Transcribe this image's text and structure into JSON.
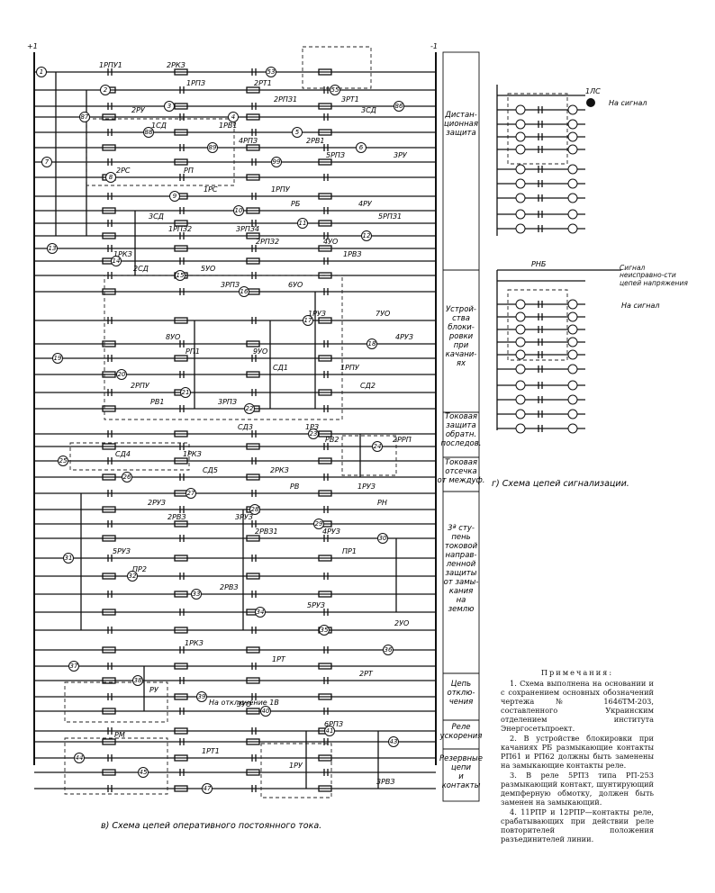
{
  "bus": {
    "plus": "+1",
    "minus": "-1"
  },
  "sections": [
    {
      "lines": [
        "Дистан-",
        "ционная",
        "защита"
      ]
    },
    {
      "lines": [
        "Устрой-",
        "ства",
        "блоки-",
        "ровки",
        "при",
        "качани-",
        "ях"
      ]
    },
    {
      "lines": [
        "Токовая",
        "защита",
        "обратн.",
        "последов."
      ]
    },
    {
      "lines": [
        "Токовая",
        "отсечка",
        "от междуф."
      ]
    },
    {
      "lines": [
        "3ª сту-",
        "пень",
        "токовой",
        "направ-",
        "ленной",
        "защиты",
        "от замы-",
        "кания",
        "на",
        "землю"
      ]
    },
    {
      "lines": [
        "Цепь",
        "отклю-",
        "чения"
      ]
    },
    {
      "lines": [
        "Реле",
        "ускорения"
      ]
    },
    {
      "lines": [
        "Резервные",
        "цепи",
        "и",
        "контакты"
      ]
    }
  ],
  "captions": {
    "dc": "в) Схема цепей оперативного постоянного тока.",
    "signal": "г) Схема цепей сигнализации."
  },
  "signal_labels": {
    "to_signal_1": "На сигнал",
    "to_signal_2": "На сигнал",
    "fault_signal": "Сигнал неисправно-сти цепей напряжения",
    "trip": "На отключение 1В",
    "rnb": "РНБ",
    "lamp": "1ЛС"
  },
  "relay_labels": [
    "1РПУ1",
    "1РПЗ",
    "2РПЗ1",
    "3СД",
    "1СД",
    "4РПЗ",
    "5РПЗ",
    "2РС",
    "1РС",
    "РБ",
    "5РПЗ1",
    "1РПЗ2",
    "2РПЗ2",
    "1РВЗ",
    "2СД",
    "3РПЗ",
    "1РУЗ",
    "4РУЗ",
    "РП1",
    "СД1",
    "СД2",
    "РВ1",
    "СД3",
    "РВ2",
    "СД4",
    "СД5",
    "РВ",
    "РН",
    "2РВЗ",
    "2РВЗ1",
    "ПР1",
    "ПР2",
    "2РВЗ",
    "5РУЗ",
    "2УО",
    "1РКЗ",
    "1РТ",
    "2РТ",
    "РУ",
    "3УО",
    "6РПЗ",
    "РМ",
    "1РТ1",
    "1РУ",
    "3РВЗ",
    "2РКЗ",
    "2РТ1",
    "3РТ1",
    "2РУ",
    "1РВ1",
    "2РВ1",
    "3РУ",
    "РП",
    "1РПУ",
    "4РУ",
    "3СД",
    "3РПЗ4",
    "4УО",
    "1РКЗ",
    "5УО",
    "6УО",
    "7УО",
    "8УО",
    "9УО",
    "1РПУ",
    "2РПУ",
    "3РПЗ",
    "1РЗ",
    "2РРП",
    "1РКЗ",
    "2РКЗ",
    "1РУЗ",
    "2РУЗ",
    "3РУЗ",
    "4РУЗ",
    "5РУЗ"
  ],
  "nodes": [
    "1",
    "2",
    "3",
    "4",
    "5",
    "6",
    "7",
    "8",
    "9",
    "10",
    "11",
    "12",
    "13",
    "14",
    "15",
    "16",
    "17",
    "18",
    "19",
    "20",
    "21",
    "22",
    "23",
    "24",
    "25",
    "26",
    "27",
    "28",
    "29",
    "30",
    "31",
    "32",
    "33",
    "34",
    "35",
    "36",
    "37",
    "38",
    "39",
    "40",
    "41",
    "43",
    "44",
    "45",
    "47",
    "53",
    "55",
    "86",
    "87",
    "88",
    "89",
    "99"
  ],
  "notes": {
    "title": "Примечания:",
    "items": [
      "1. Схема выполнена на основании и с сохранением основных обозначений чертежа № 1646ТМ-203, составленного Украинским отделением института Энергосетьпроект.",
      "2. В устройстве блокировки при качаниях РБ размыкающие контакты РП61 и РП62 должны быть заменены на замыкающие контакты реле.",
      "3. В реле 5РПЗ типа РП-253 размыкающий контакт, шунтирующий демпферную обмотку, должен быть заменен на замыкающий.",
      "4. 11РПР и 12РПР—контакты реле, срабатывающих при действии реле повторителей положения разъединителей линии."
    ]
  },
  "colors": {
    "ink": "#111111",
    "paper": "#ffffff"
  }
}
